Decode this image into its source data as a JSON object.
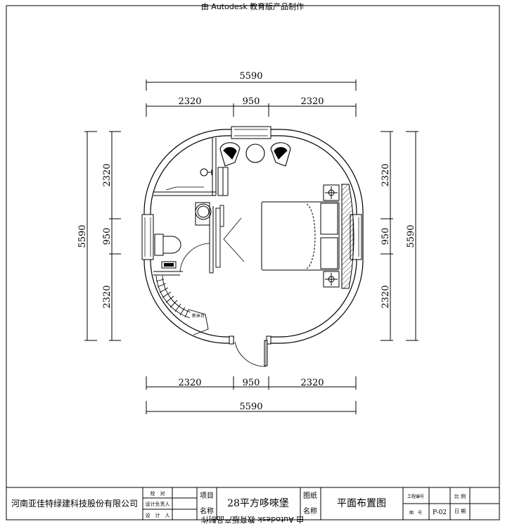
{
  "watermark": {
    "top": "由 Autodesk 教育版产品制作",
    "bottom": "由 Autodesk 教育版产品制作"
  },
  "dimensions": {
    "top_total": "5590",
    "top_segments": [
      "2320",
      "950",
      "2320"
    ],
    "bottom_total": "5590",
    "bottom_segments": [
      "2320",
      "950",
      "2320"
    ],
    "left_total": "5590",
    "left_segments": [
      "2320",
      "950",
      "2320"
    ],
    "right_total": "5590",
    "right_segments": [
      "2320",
      "950",
      "2320"
    ]
  },
  "rooms": {
    "washbasin_label": "新米台"
  },
  "title_block": {
    "company": "河南亚佳特绿建科技股份有限公司",
    "roles": [
      "校　对",
      "设计负责人",
      "设　计　人"
    ],
    "project_label": "项目",
    "name_label": "名称",
    "project_name": "28平方哆唻堡",
    "drawing_label": "图纸",
    "drawing_name_label": "名称",
    "drawing_title": "平面布置图",
    "project_no_label": "工程编号",
    "sheet_no_label": "图　号",
    "sheet_no": "P-02",
    "scale_label": "比 例",
    "date_label": "日 期"
  }
}
